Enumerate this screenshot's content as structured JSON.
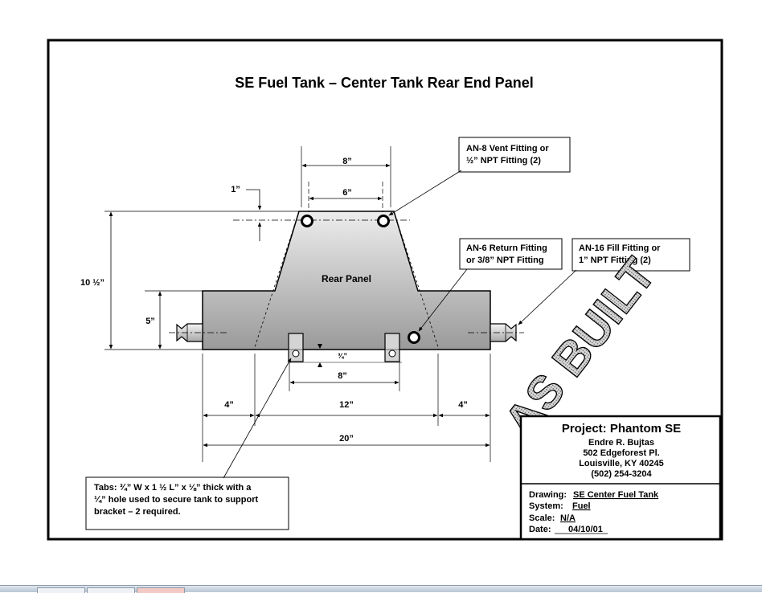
{
  "title": "SE Fuel Tank – Center Tank Rear End Panel",
  "panel_label": "Rear Panel",
  "callouts": {
    "vent": [
      "AN-8 Vent Fitting or",
      "½” NPT Fitting (2)"
    ],
    "return": [
      "AN-6 Return Fitting",
      "or 3/8” NPT Fitting"
    ],
    "fill": [
      "AN-16 Fill Fitting or",
      "1” NPT Fitting (2)"
    ],
    "tabs": [
      "Tabs: ¾” W x 1 ½ L” x ⅛” thick with a",
      "¼” hole used to secure tank to support",
      "bracket – 2 required."
    ]
  },
  "dimensions": {
    "top_outer": "8”",
    "top_inner": "6”",
    "fitting_offset": "1”",
    "overall_height": "10 ½”",
    "body_height": "5”",
    "tab_width": "¾”",
    "tab_spacing": "8”",
    "left_segment": "4”",
    "center_segment": "12”",
    "right_segment": "4”",
    "overall_width": "20”"
  },
  "stamp": "AS BUILT",
  "title_block": {
    "project": "Project: Phantom SE",
    "name": "Endre R. Bujtas",
    "street": "502 Edgeforest Pl.",
    "city": "Louisville, KY 40245",
    "phone": "(502) 254-3204",
    "drawing_label": "Drawing:",
    "drawing_value": "SE Center Fuel Tank",
    "system_label": "System:",
    "system_value": "Fuel",
    "scale_label": "Scale:",
    "scale_value": "N/A",
    "date_label": "Date:",
    "date_value": "04/10/01"
  },
  "colors": {
    "panel_fill_light": "#e6e6e6",
    "panel_fill_dark": "#9a9a9a",
    "line": "#000000",
    "stamp_fill": "#c8c8c8"
  }
}
